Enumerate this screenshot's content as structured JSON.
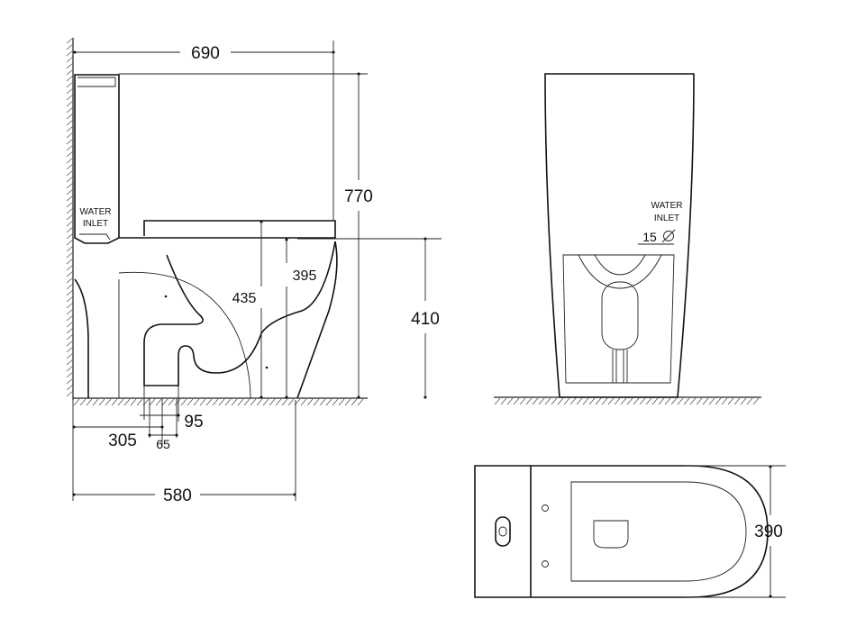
{
  "side_view": {
    "dim_width_total": "690",
    "dim_height_total": "770",
    "dim_seat_height": "435",
    "dim_bowl_height": "395",
    "dim_outlet_height": "410",
    "dim_outlet_offset": "305",
    "dim_outlet_width": "95",
    "dim_outlet_inner": "65",
    "dim_depth": "580",
    "inlet_line1": "WATER",
    "inlet_line2": "INLET"
  },
  "rear_view": {
    "inlet_line1": "WATER",
    "inlet_line2": "INLET",
    "pipe_diameter": "15"
  },
  "top_view": {
    "dim_width": "390"
  },
  "colors": {
    "line": "#111111",
    "background": "#ffffff"
  }
}
